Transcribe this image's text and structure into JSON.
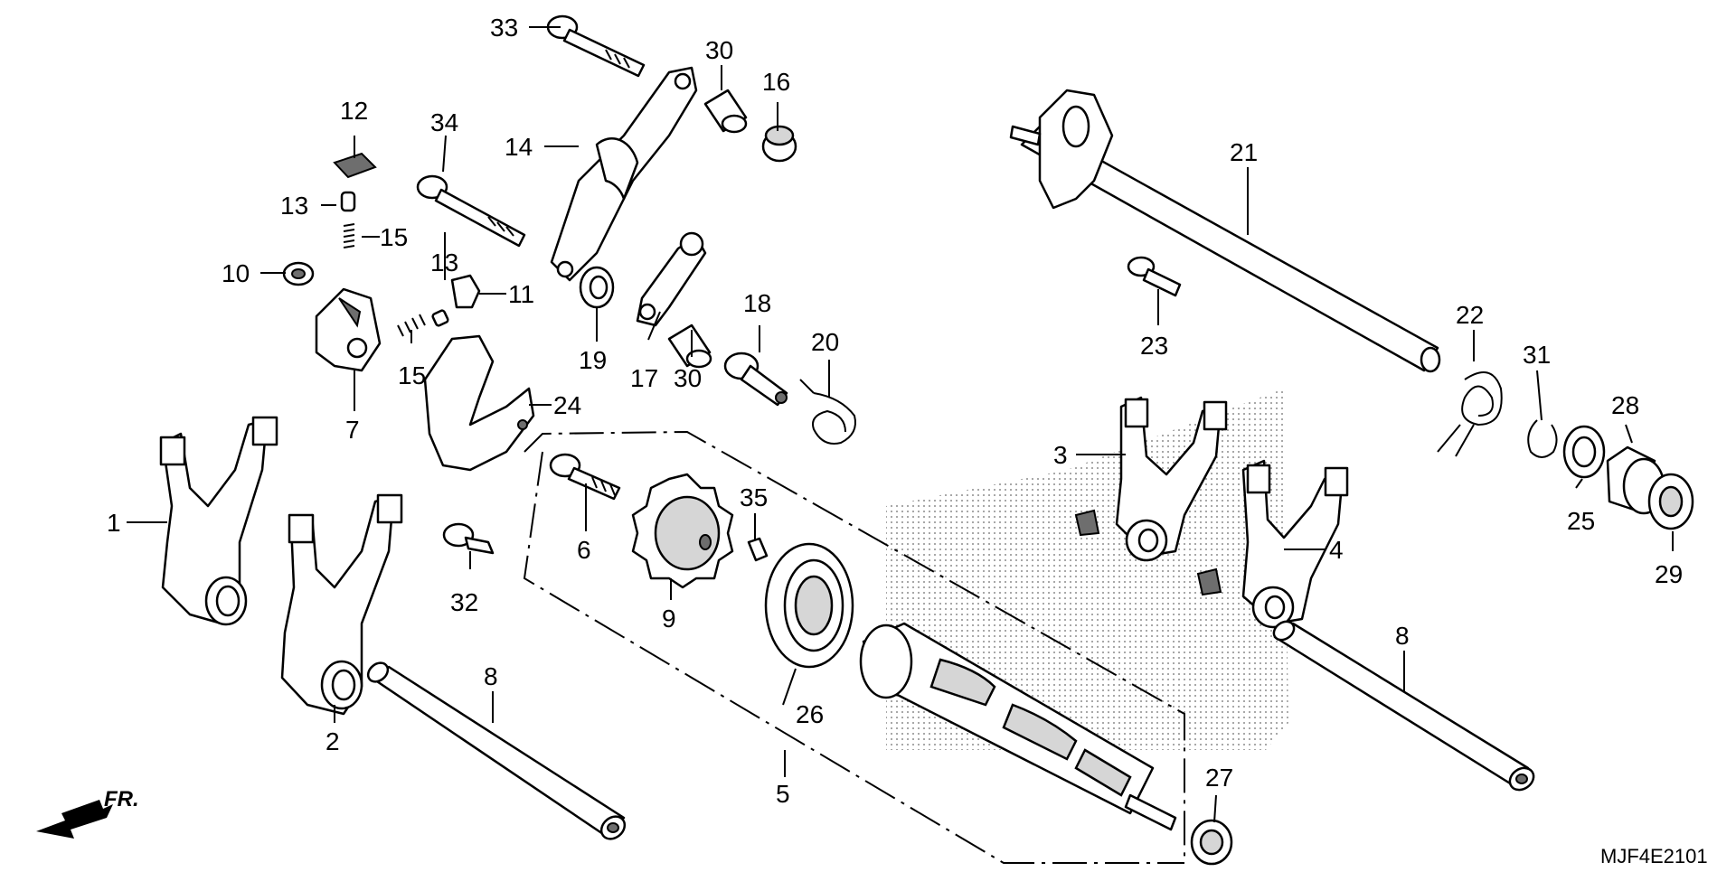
{
  "diagram": {
    "code": "MJF4E2101",
    "front_label": "FR.",
    "callouts": [
      {
        "id": "c1",
        "label": "1"
      },
      {
        "id": "c2",
        "label": "2"
      },
      {
        "id": "c3",
        "label": "3"
      },
      {
        "id": "c4",
        "label": "4"
      },
      {
        "id": "c5",
        "label": "5"
      },
      {
        "id": "c6",
        "label": "6"
      },
      {
        "id": "c7",
        "label": "7"
      },
      {
        "id": "c8a",
        "label": "8"
      },
      {
        "id": "c8b",
        "label": "8"
      },
      {
        "id": "c9",
        "label": "9"
      },
      {
        "id": "c10",
        "label": "10"
      },
      {
        "id": "c11",
        "label": "11"
      },
      {
        "id": "c12",
        "label": "12"
      },
      {
        "id": "c13a",
        "label": "13"
      },
      {
        "id": "c13b",
        "label": "13"
      },
      {
        "id": "c14",
        "label": "14"
      },
      {
        "id": "c15a",
        "label": "15"
      },
      {
        "id": "c15b",
        "label": "15"
      },
      {
        "id": "c16",
        "label": "16"
      },
      {
        "id": "c17",
        "label": "17"
      },
      {
        "id": "c18",
        "label": "18"
      },
      {
        "id": "c19",
        "label": "19"
      },
      {
        "id": "c20",
        "label": "20"
      },
      {
        "id": "c21",
        "label": "21"
      },
      {
        "id": "c22",
        "label": "22"
      },
      {
        "id": "c23",
        "label": "23"
      },
      {
        "id": "c24",
        "label": "24"
      },
      {
        "id": "c25",
        "label": "25"
      },
      {
        "id": "c26",
        "label": "26"
      },
      {
        "id": "c27",
        "label": "27"
      },
      {
        "id": "c28",
        "label": "28"
      },
      {
        "id": "c29",
        "label": "29"
      },
      {
        "id": "c30a",
        "label": "30"
      },
      {
        "id": "c30b",
        "label": "30"
      },
      {
        "id": "c31",
        "label": "31"
      },
      {
        "id": "c32",
        "label": "32"
      },
      {
        "id": "c33",
        "label": "33"
      },
      {
        "id": "c34",
        "label": "34"
      },
      {
        "id": "c35",
        "label": "35"
      }
    ]
  }
}
